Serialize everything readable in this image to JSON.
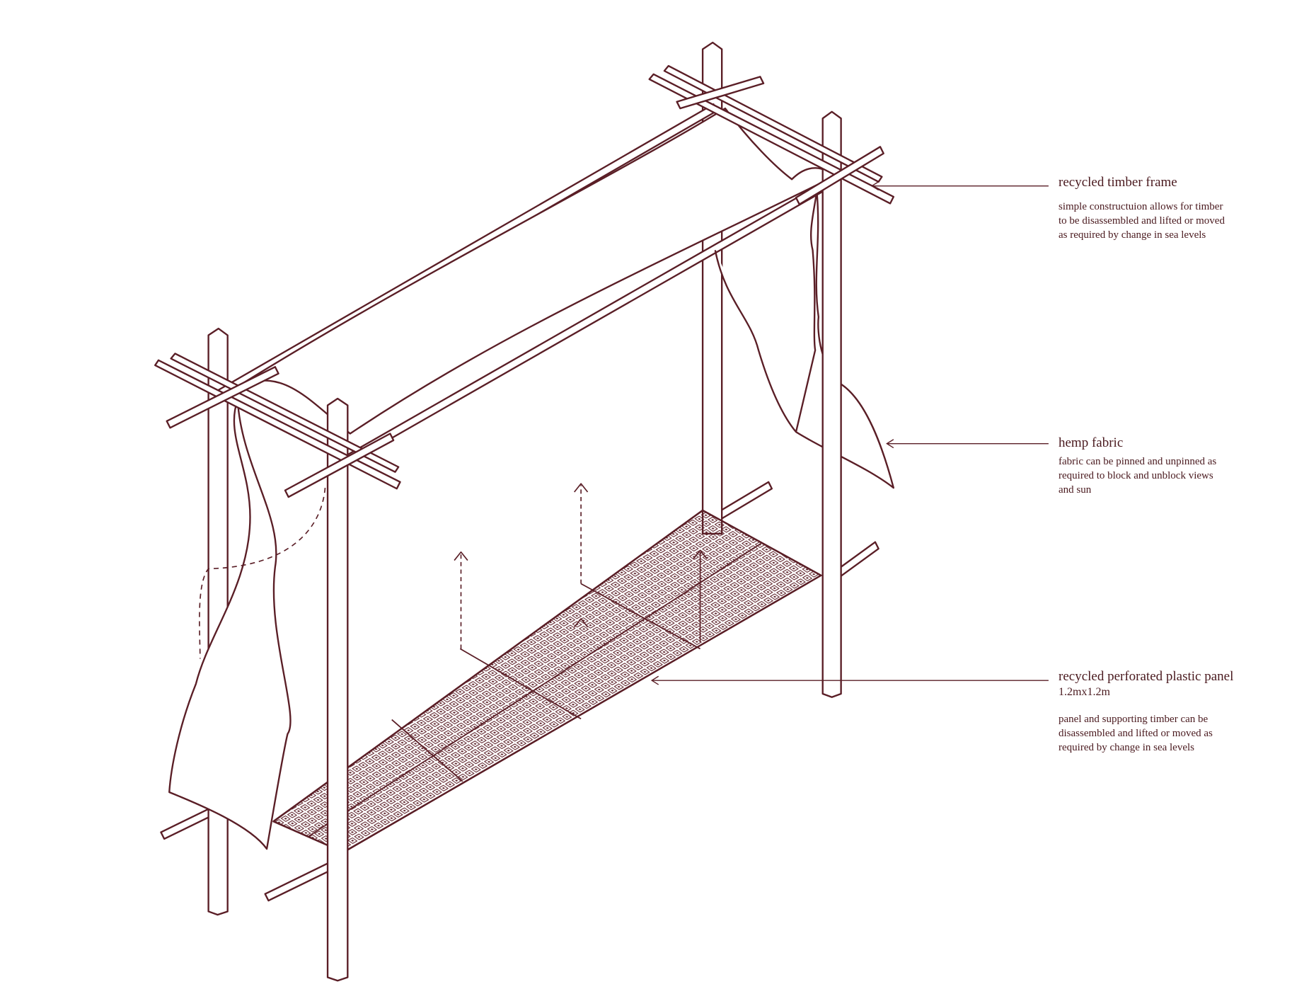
{
  "colors": {
    "ink": "#5a1e26",
    "background": "#ffffff"
  },
  "annotations": [
    {
      "title": "recycled timber frame",
      "subtitle": "",
      "description": "simple constructuion allows for timber\nto be disassembled and lifted or moved\nas required by change in sea levels"
    },
    {
      "title": "hemp fabric",
      "subtitle": "",
      "description": "fabric can be pinned and unpinned as\nrequired to block and unblock views\nand sun"
    },
    {
      "title": "recycled perforated plastic panel",
      "subtitle": "1.2mx1.2m",
      "description": "panel and supporting timber can be\ndisassembled and lifted or moved as\nrequired by change in sea levels"
    }
  ]
}
